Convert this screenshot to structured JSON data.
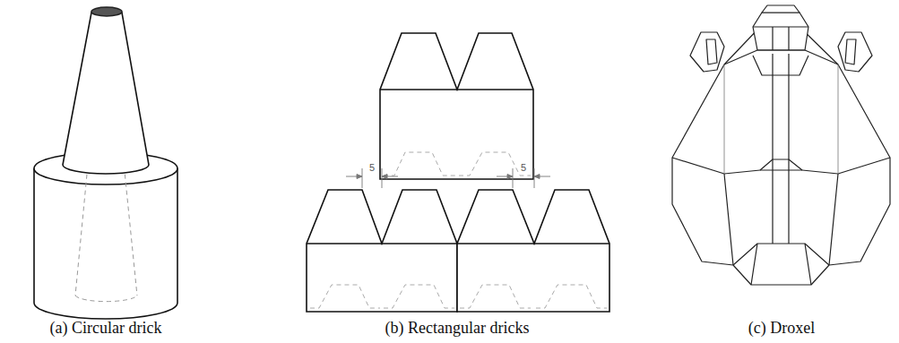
{
  "diagram": {
    "labels": [
      "5",
      "5",
      "(a) Circular drick",
      "(b) Rectangular dricks",
      "(c) Droxel"
    ]
  }
}
